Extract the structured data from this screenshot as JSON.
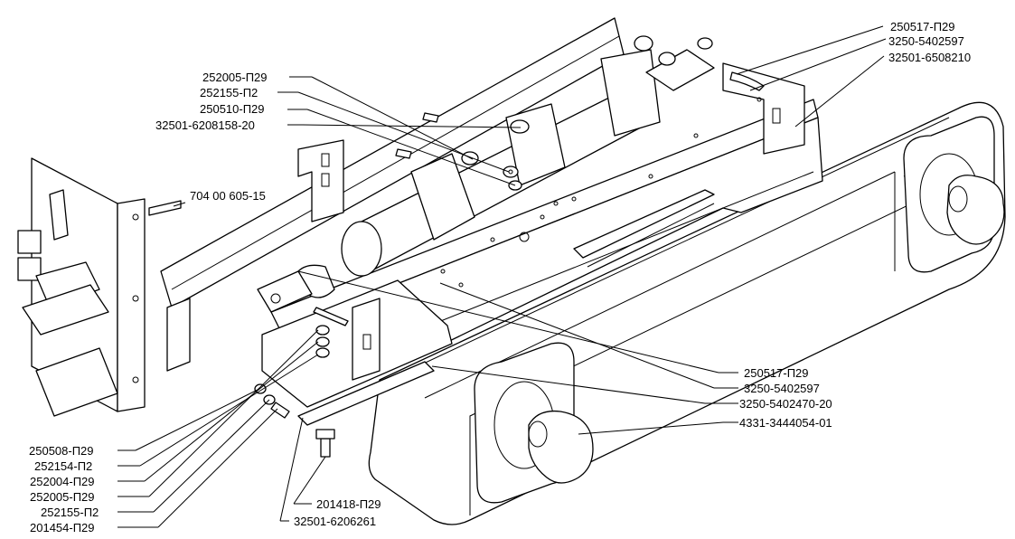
{
  "labels": {
    "l250517_top": "250517-П29",
    "l3250_5402597_top": "3250-5402597",
    "l32501_6508210": "32501-6508210",
    "l252005_top": "252005-П29",
    "l252155_top": "252155-П2",
    "l250510": "250510-П29",
    "l32501_6208158": "32501-6208158-20",
    "l704": "704 00 605-15",
    "l250517_mid": "250517-П29",
    "l3250_5402597_mid": "3250-5402597",
    "l3250_5402470": "3250-5402470-20",
    "l4331": "4331-3444054-01",
    "l250508": "250508-П29",
    "l252154": "252154-П2",
    "l252004": "252004-П29",
    "l252005_bot": "252005-П29",
    "l252155_bot": "252155-П2",
    "l201454": "201454-П29",
    "l201418": "201418-П29",
    "l32501_6206261": "32501-6206261"
  }
}
